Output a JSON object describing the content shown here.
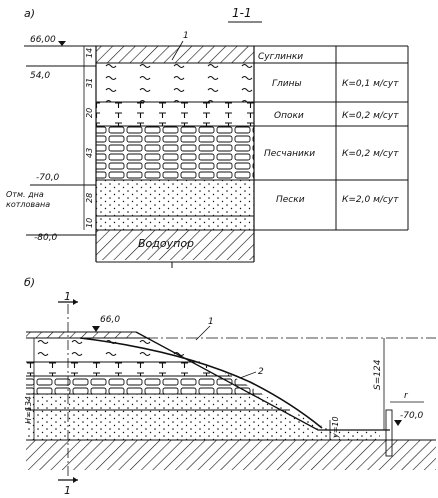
{
  "figure_a": {
    "label": "а)",
    "section": "1-1",
    "callout": "1",
    "elevations": {
      "top": "66,00",
      "e54": "54,0",
      "e70": "-70,0",
      "e80": "-80,0"
    },
    "well_note": [
      "Отм. дна",
      "котлована"
    ],
    "thickness": [
      "14",
      "31",
      "20",
      "43",
      "28",
      "10"
    ],
    "layers": [
      {
        "name": "Суглинки",
        "k": ""
      },
      {
        "name": "Глины",
        "k": "К=0,1 м/сут"
      },
      {
        "name": "Опоки",
        "k": "К=0,2 м/сут"
      },
      {
        "name": "Песчаники",
        "k": "К=0,2 м/сут"
      },
      {
        "name": "Пески",
        "k": "К=2,0 м/сут"
      },
      {
        "name": "",
        "k": ""
      },
      {
        "name": "Водоупор",
        "k": ""
      }
    ]
  },
  "figure_b": {
    "label": "б)",
    "section_mark": "1",
    "top_elev": "66,0",
    "callout_1": "1",
    "callout_2": "2",
    "s_label": "S=124",
    "h_label": "H=134",
    "y_label": "y=10",
    "r_label": "r",
    "bottom_elev": "-70,0"
  }
}
